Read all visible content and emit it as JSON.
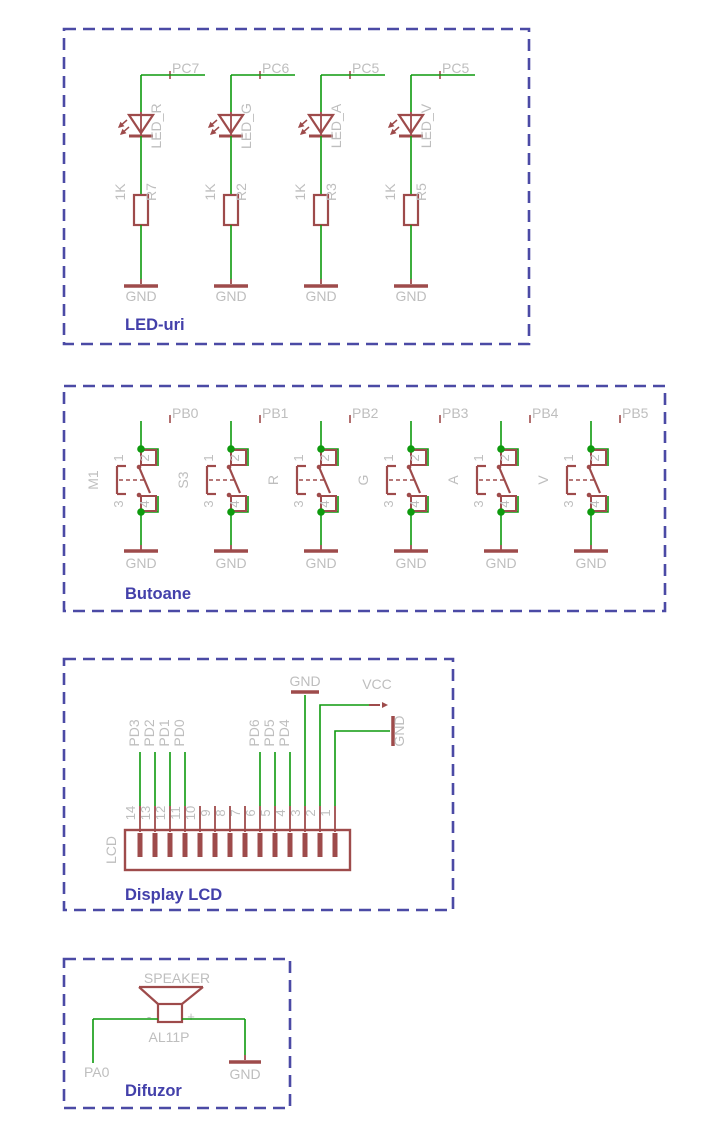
{
  "colors": {
    "wire": "#0E9A0E",
    "part": "#9E4B4B",
    "label": "#BEBEBE",
    "frame": "#4B4AA5",
    "title": "#4340AA"
  },
  "sections": {
    "leds": {
      "title": "LED-uri",
      "gnd": "GND",
      "units": [
        {
          "net": "PC7",
          "led_name": "LED_R",
          "res_name": "R7",
          "res_value": "1K",
          "gnd": "GND"
        },
        {
          "net": "PC6",
          "led_name": "LED_G",
          "res_name": "R2",
          "res_value": "1K",
          "gnd": "GND"
        },
        {
          "net": "PC5",
          "led_name": "LED_A",
          "res_name": "R3",
          "res_value": "1K",
          "gnd": "GND"
        },
        {
          "net": "PC5",
          "led_name": "LED_V",
          "res_name": "R5",
          "res_value": "1K",
          "gnd": "GND"
        }
      ]
    },
    "buttons": {
      "title": "Butoane",
      "pin_top_left": "1",
      "pin_top_right": "2",
      "pin_bottom_left": "3",
      "pin_bottom_right": "4",
      "units": [
        {
          "net": "PB0",
          "name": "M1",
          "gnd": "GND"
        },
        {
          "net": "PB1",
          "name": "S3",
          "gnd": "GND"
        },
        {
          "net": "PB2",
          "name": "R",
          "gnd": "GND"
        },
        {
          "net": "PB3",
          "name": "G",
          "gnd": "GND"
        },
        {
          "net": "PB4",
          "name": "A",
          "gnd": "GND"
        },
        {
          "net": "PB5",
          "name": "V",
          "gnd": "GND"
        }
      ]
    },
    "lcd": {
      "title": "Display LCD",
      "name": "LCD",
      "pin_numbers": [
        "14",
        "13",
        "12",
        "11",
        "10",
        "9",
        "8",
        "7",
        "6",
        "5",
        "4",
        "3",
        "2",
        "1"
      ],
      "pin_nets": [
        "PD3",
        "PD2",
        "PD1",
        "PD0",
        "",
        "",
        "",
        "",
        "PD6",
        "PD5",
        "PD4"
      ],
      "power": {
        "gnd_top": "GND",
        "vcc": "VCC",
        "gnd_side": "GND"
      }
    },
    "speaker": {
      "title": "Difuzor",
      "part_label": "SPEAKER",
      "part_name": "AL11P",
      "minus": "-",
      "plus": "+",
      "net": "PA0",
      "gnd": "GND"
    }
  }
}
